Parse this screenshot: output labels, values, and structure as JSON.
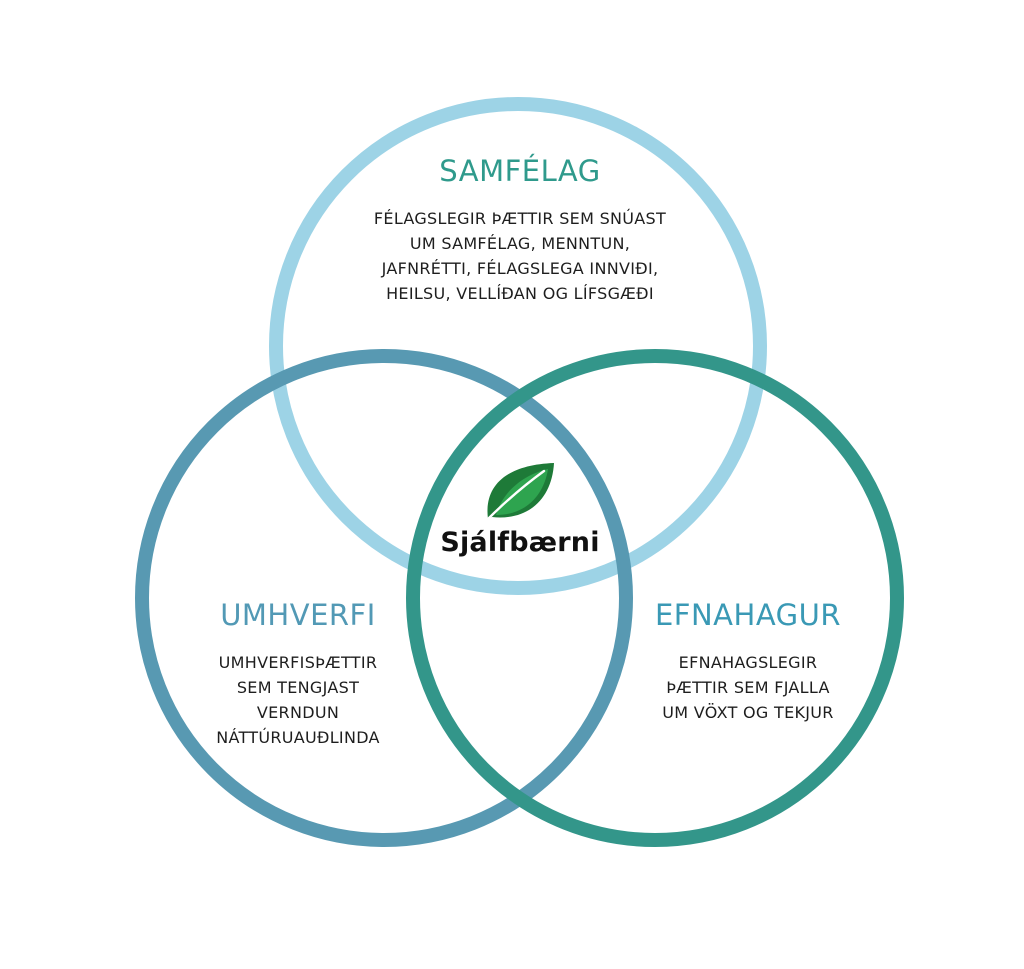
{
  "colors": {
    "samfelag_ring": "#9dd3e6",
    "umhverfi_ring": "#5899b2",
    "efnahagur_ring": "#33968a",
    "samfelag_title": "#2f9a8c",
    "umhverfi_title": "#5299b5",
    "efnahagur_title": "#3a99b5",
    "leaf_dark": "#1e7a38",
    "leaf_light": "#2ea44f",
    "text": "#1e1e1e"
  },
  "logo": {
    "icon": "leaf-icon",
    "text": "Sjálfbærni"
  },
  "samfelag": {
    "title": "SAMFÉLAG",
    "description": "FÉLAGSLEGIR ÞÆTTIR SEM SNÚAST\nUM SAMFÉLAG, MENNTUN,\nJAFNRÉTTI, FÉLAGSLEGA INNVIÐI,\nHEILSU, VELLÍÐAN OG LÍFSGÆÐI"
  },
  "umhverfi": {
    "title": "UMHVERFI",
    "description": "UMHVERFISÞÆTTIR\nSEM TENGJAST\nVERNDUN\nNÁTTÚRUAUÐLINDA"
  },
  "efnahagur": {
    "title": "EFNAHAGUR",
    "description": "EFNAHAGSLEGIR\nÞÆTTIR SEM FJALLA\nUM VÖXT OG TEKJUR"
  }
}
